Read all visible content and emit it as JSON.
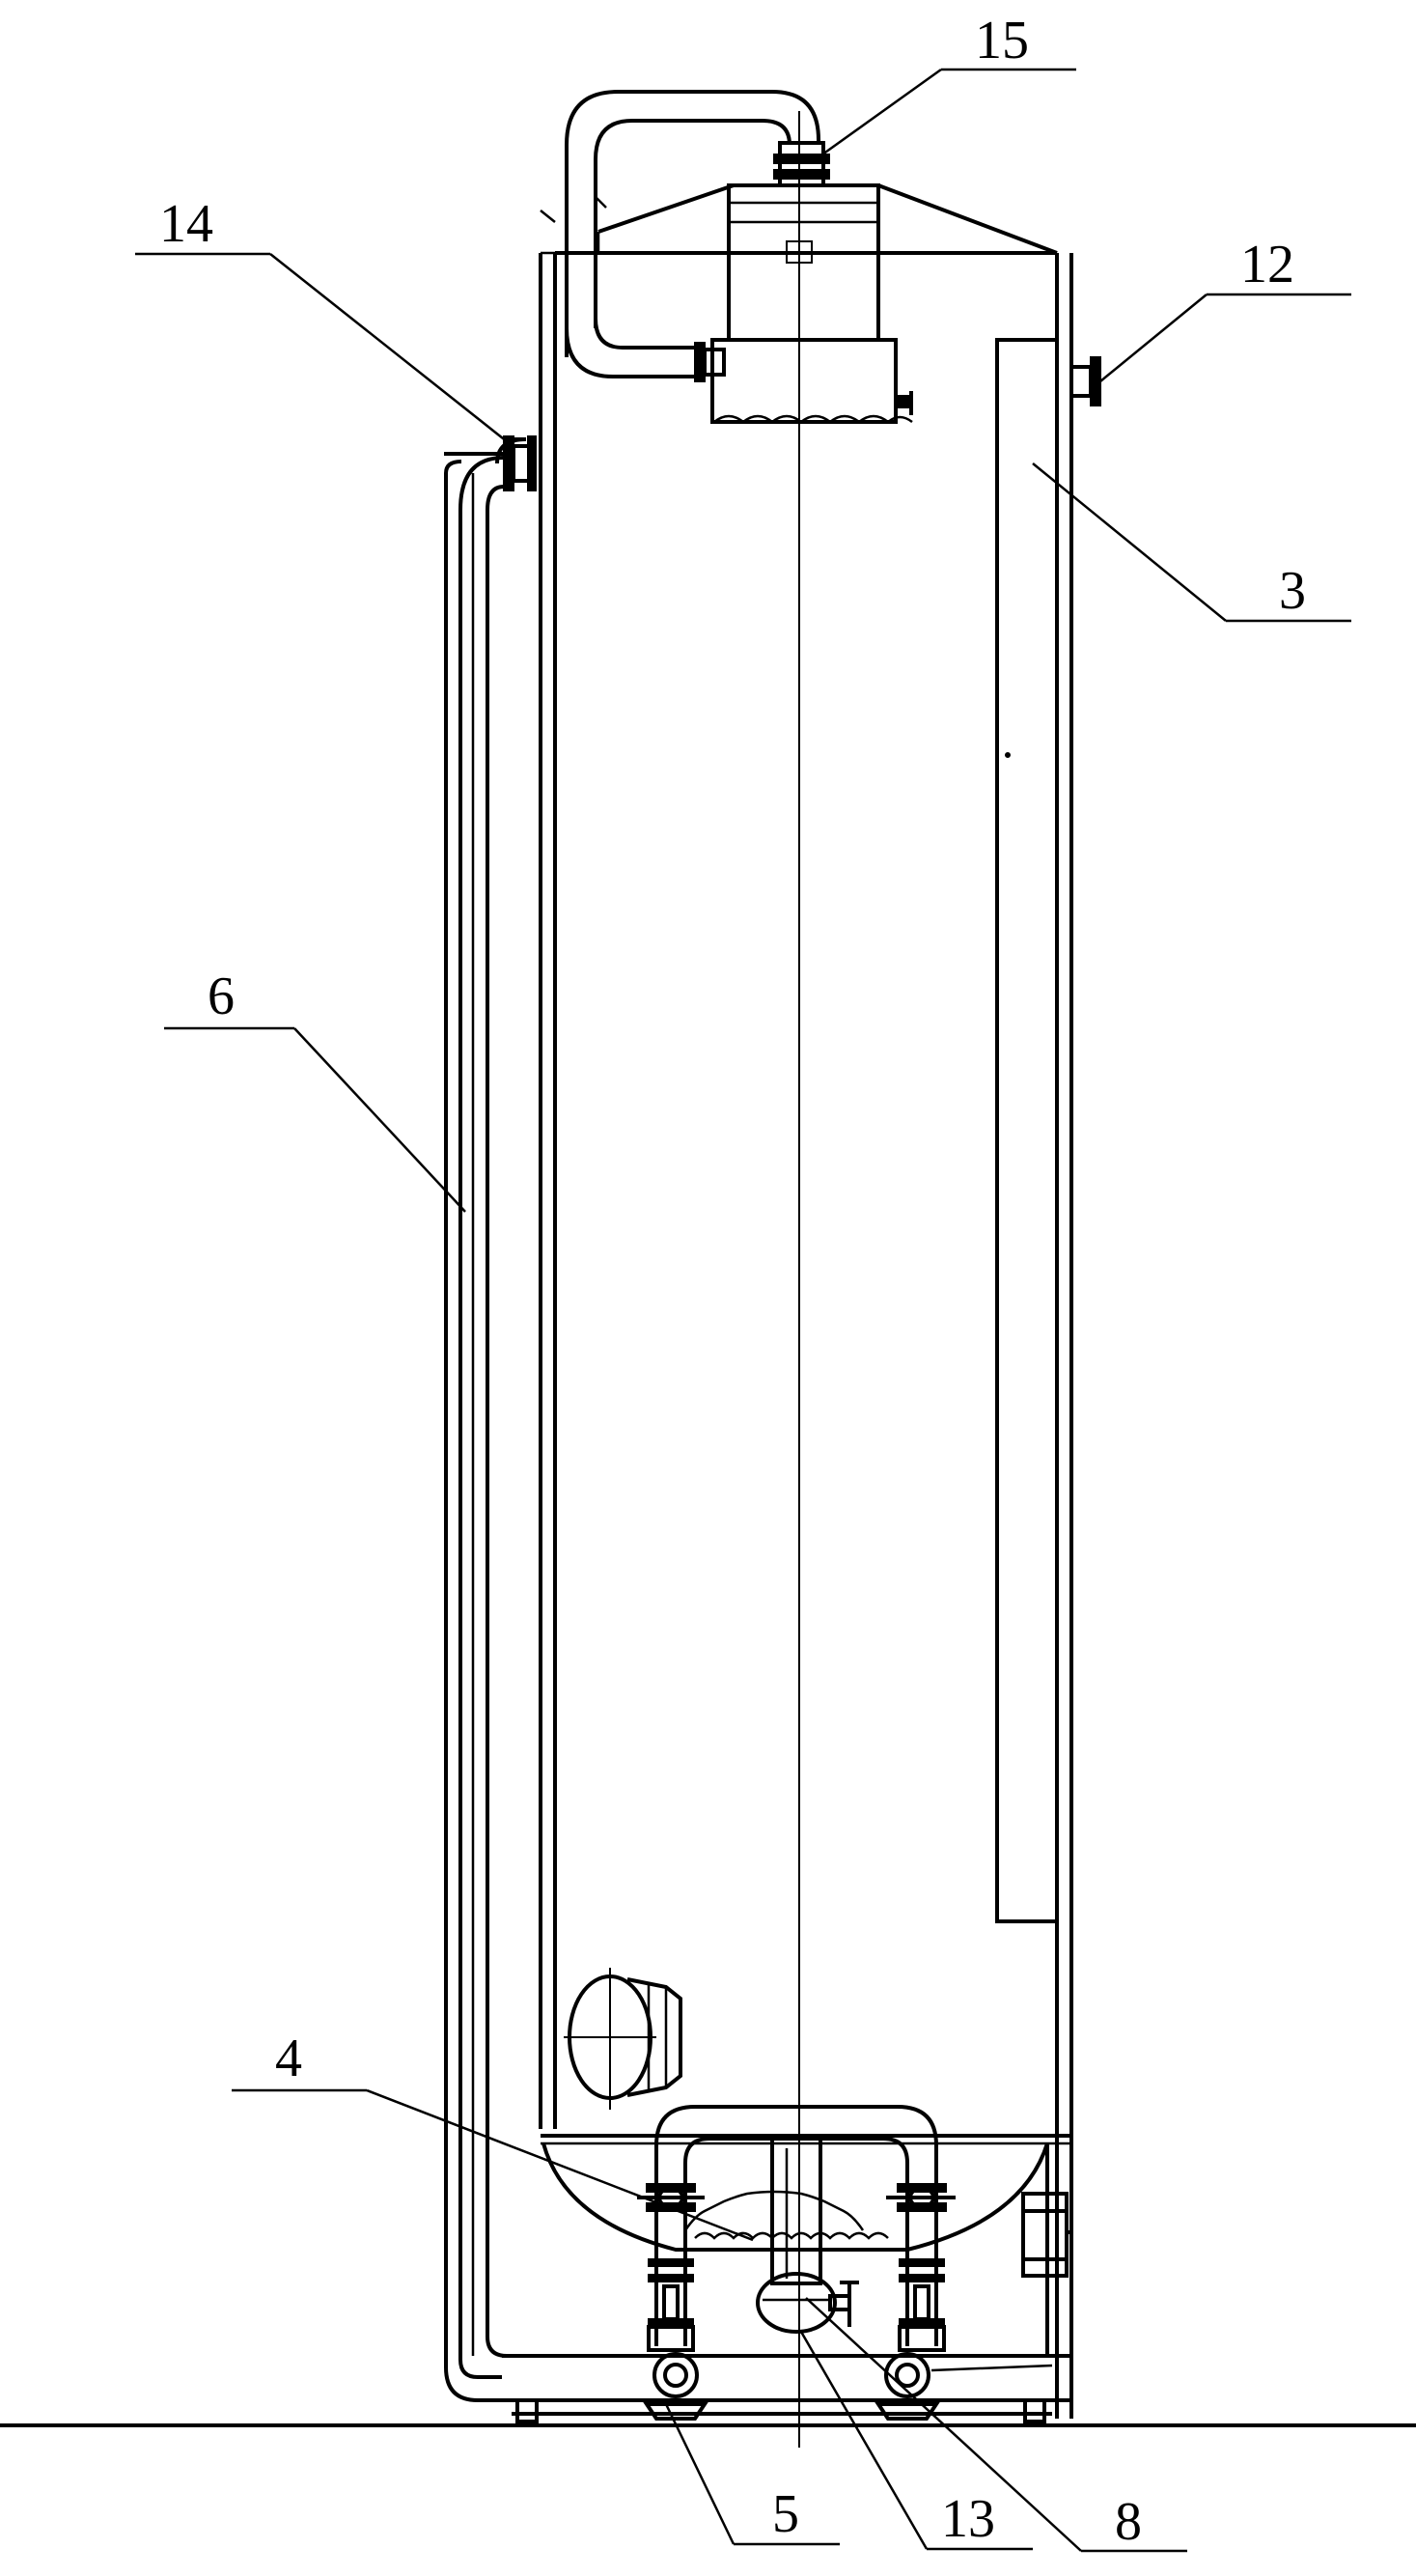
{
  "colors": {
    "line": "#000000",
    "background": "#ffffff"
  },
  "labels": {
    "l15": "15",
    "l14": "14",
    "l12": "12",
    "l3": "3",
    "l6": "6",
    "l4": "4",
    "l5": "5",
    "l13": "13",
    "l8": "8"
  }
}
